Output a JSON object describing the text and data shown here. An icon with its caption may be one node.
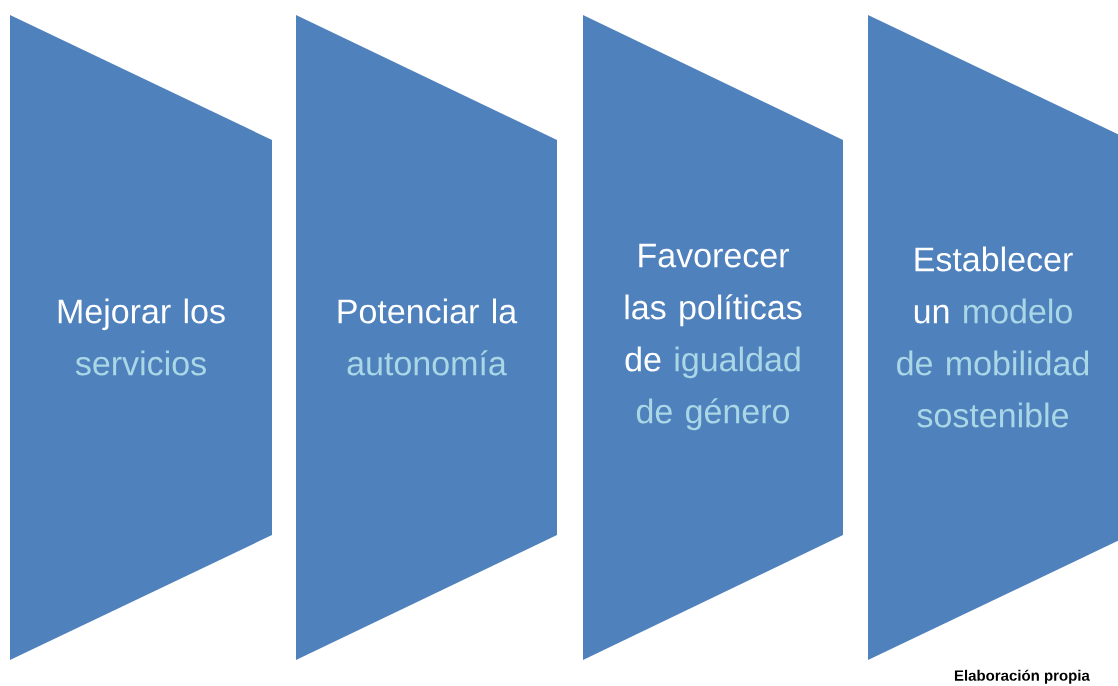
{
  "diagram": {
    "caption": "Elaboración propia",
    "nodes": [
      {
        "text": [
          "Mejorar los",
          "servicios"
        ]
      },
      {
        "text": [
          "Potenciar la",
          "autonomía"
        ]
      },
      {
        "text": [
          "Favorecer las políticas de",
          "igualdad de género"
        ]
      },
      {
        "text": [
          "Establecer un",
          "modelo de mobilidad sostenible"
        ]
      }
    ]
  }
}
